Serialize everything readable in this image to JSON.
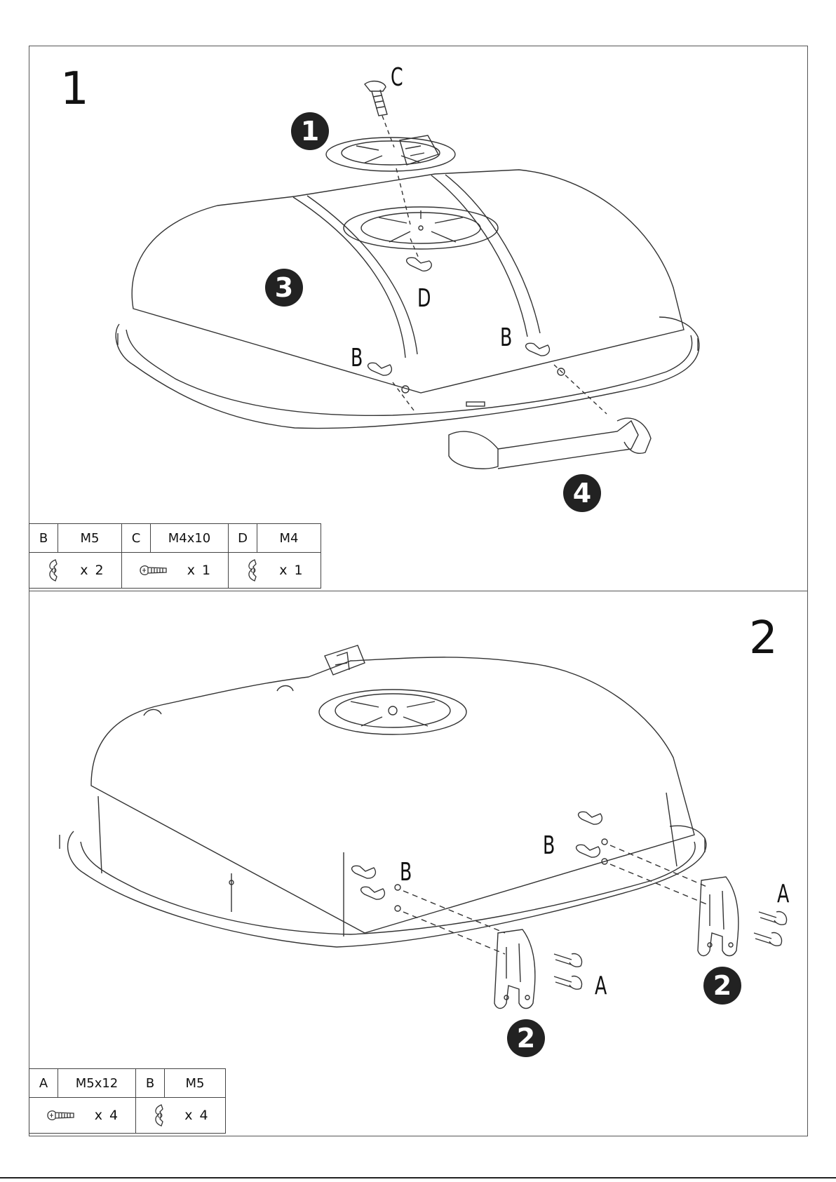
{
  "steps": [
    {
      "number": "1",
      "callouts": {
        "part_1": "1",
        "part_3": "3",
        "part_4": "4",
        "label_c": "C",
        "label_d": "D",
        "label_b_left": "B",
        "label_b_right": "B"
      },
      "parts_table": [
        {
          "code": "B",
          "spec": "M5",
          "qty": "x 2",
          "icon": "wing-nut-icon"
        },
        {
          "code": "C",
          "spec": "M4x10",
          "qty": "x 1",
          "icon": "screw-icon"
        },
        {
          "code": "D",
          "spec": "M4",
          "qty": "x 1",
          "icon": "wing-nut-icon"
        }
      ]
    },
    {
      "number": "2",
      "callouts": {
        "part_2_left": "2",
        "part_2_right": "2",
        "label_b_left": "B",
        "label_b_right": "B",
        "label_a_left": "A",
        "label_a_right": "A"
      },
      "parts_table": [
        {
          "code": "A",
          "spec": "M5x12",
          "qty": "x 4",
          "icon": "bolt-icon"
        },
        {
          "code": "B",
          "spec": "M5",
          "qty": "x 4",
          "icon": "wing-nut-icon"
        }
      ]
    }
  ]
}
